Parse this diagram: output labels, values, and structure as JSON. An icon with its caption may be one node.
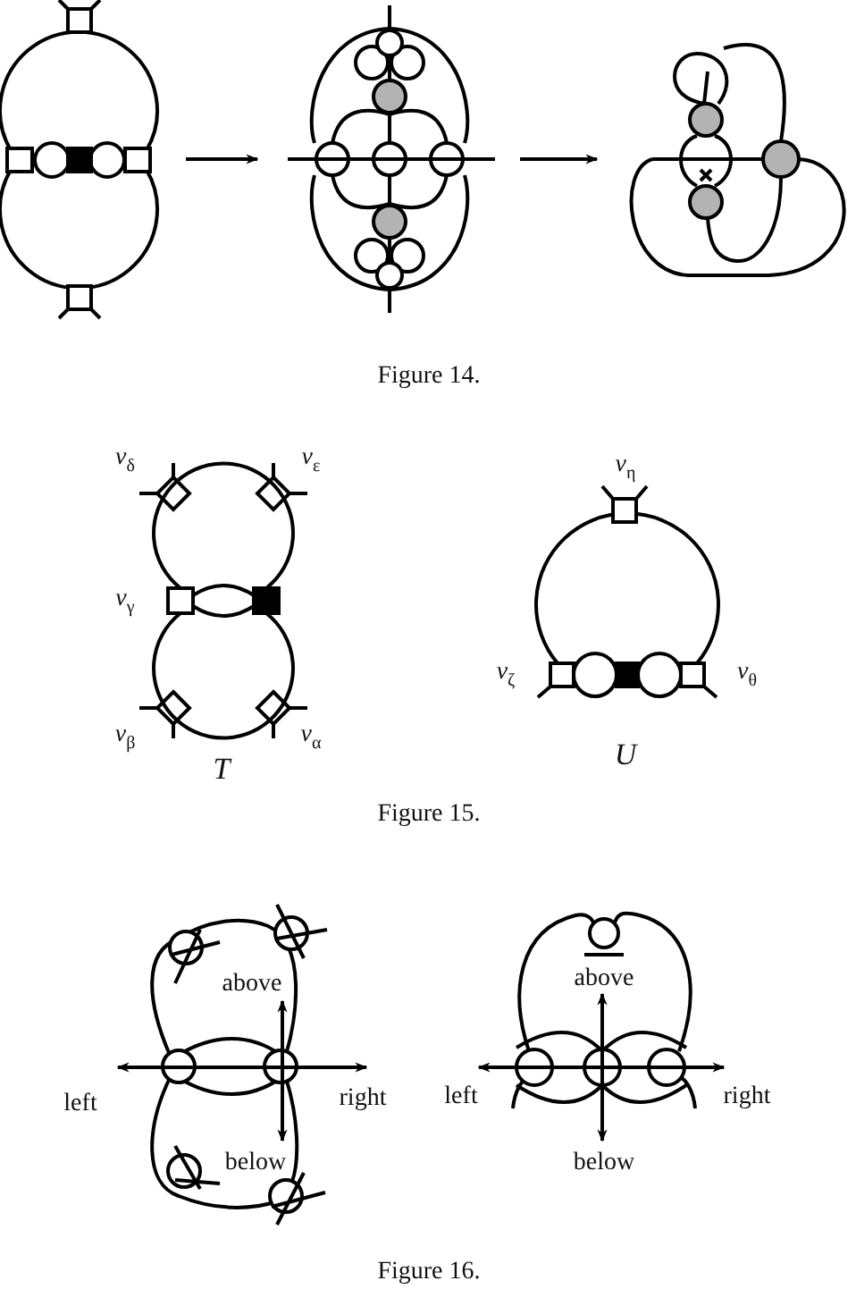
{
  "diagram": {
    "nodes": [
      {
        "text": [],
        "shape": "picture"
      },
      {
        "text": [],
        "shape": "picture"
      },
      {
        "text": [],
        "shape": "picture"
      }
    ],
    "edges": [
      {
        "from": 0,
        "to": 1,
        "arrow": "to"
      },
      {
        "from": 1,
        "to": 2,
        "arrow": "to"
      }
    ],
    "labels": [
      "Figure 14.",
      "*v*$_{δ}$",
      "*v*$_{ε}$",
      "*v*$_{η}$",
      "*v*$_{γ}$",
      "*v*$_{ζ}$",
      "*v*$_{θ}$",
      "*v*$_{β}$",
      "*v*$_{α}$",
      "T",
      "U",
      "Figure 15.",
      "above",
      "above",
      "left",
      "right",
      "left",
      "right",
      "below",
      "below",
      "Figure 16."
    ]
  }
}
